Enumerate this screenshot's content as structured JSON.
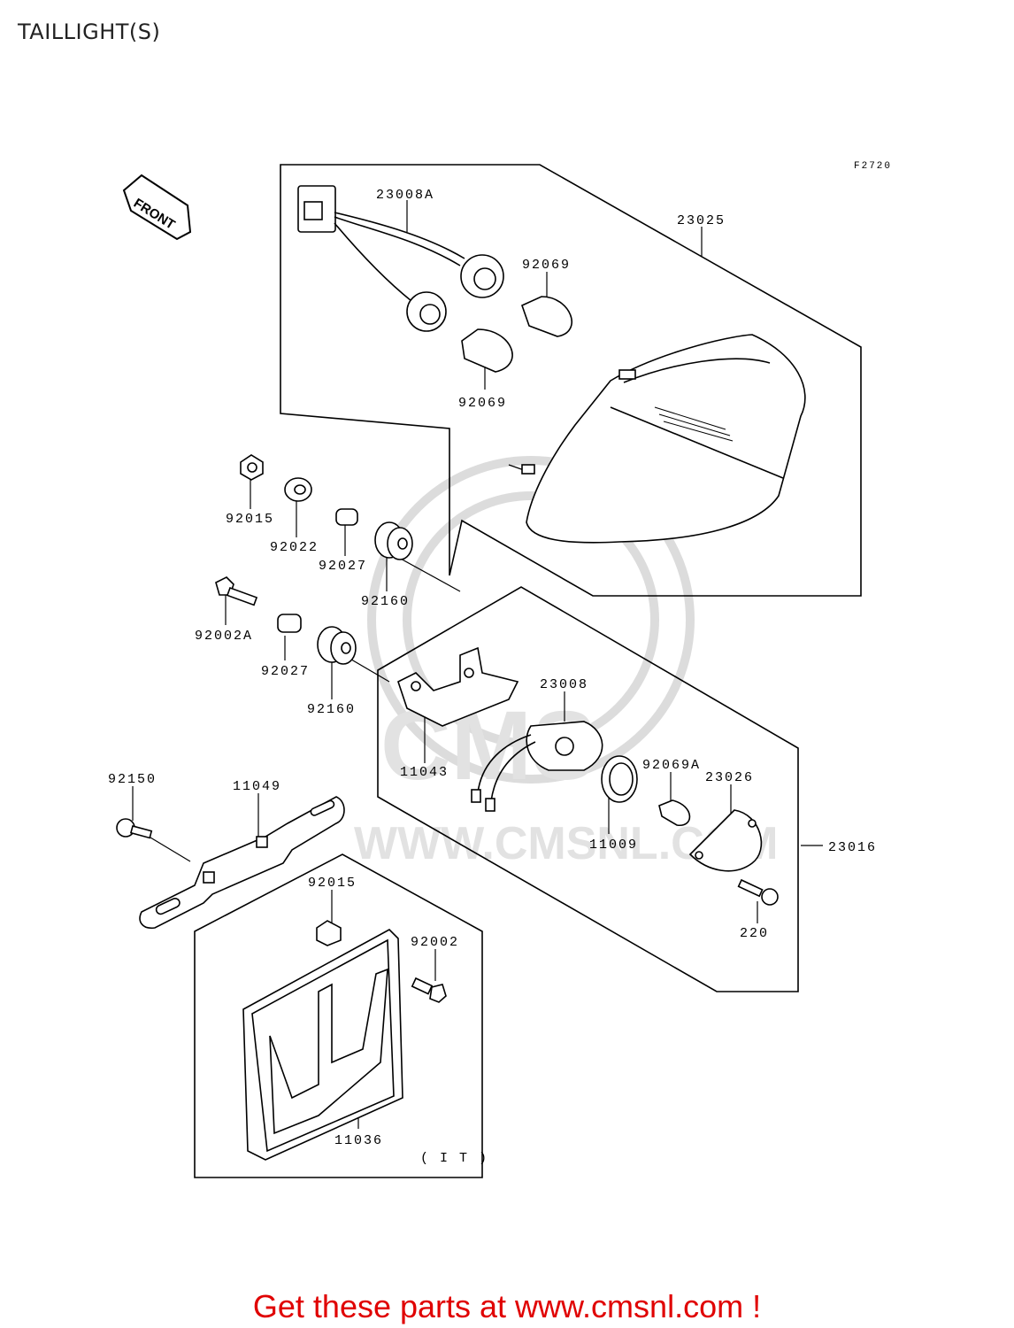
{
  "page": {
    "title": "TAILLIGHT(S)"
  },
  "figure_code": "F2720",
  "front_arrow_label": "FRONT",
  "watermark": {
    "text": "WWW.CMSNL.COM",
    "logo_text": "CMS",
    "color": "#dcdcdc"
  },
  "callouts": {
    "c23008A": "23008A",
    "c23025": "23025",
    "c92069_top": "92069",
    "c92069_bottom": "92069",
    "c92015_left": "92015",
    "c92022": "92022",
    "c92027_top": "92027",
    "c92160_top": "92160",
    "c92002A": "92002A",
    "c92027_bottom": "92027",
    "c92160_bottom": "92160",
    "c23008": "23008",
    "c11043": "11043",
    "c92069A": "92069A",
    "c23026": "23026",
    "c92150": "92150",
    "c11049": "11049",
    "c11009": "11009",
    "c23016": "23016",
    "c92015_bottom": "92015",
    "c220": "220",
    "c92002": "92002",
    "c11036": "11036",
    "cIT": "( I T )"
  },
  "footer": {
    "text": "Get these parts at www.cmsnl.com !",
    "color": "#e00000"
  }
}
